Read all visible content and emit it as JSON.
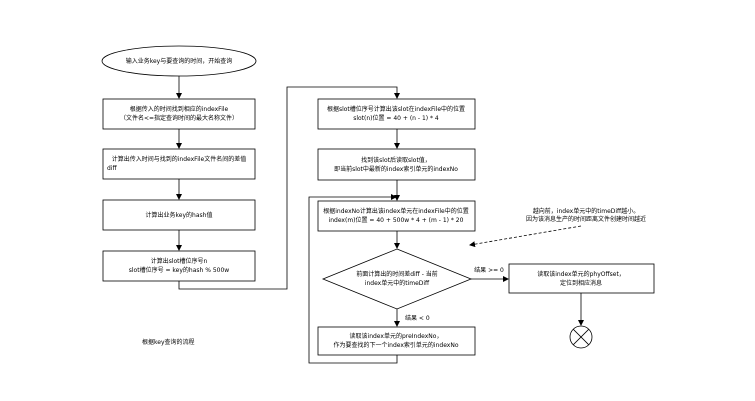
{
  "flow": {
    "start": "输入业务key与要查询的时间，开始查询",
    "step1": [
      "根据传入的时间找到相应的indexFile",
      "（文件名<=指定查询时间的最大名称文件）"
    ],
    "step2": [
      "计算出传入时间与找到的indexFile文件名间的差值",
      "diff"
    ],
    "step3": "计算出业务key的hash值",
    "step4": [
      "计算出slot槽位序号n",
      "slot槽位序号 = key的hash % 500w"
    ],
    "step5": [
      "根据slot槽位序号计算出该slot在indexFile中的位置",
      "slot(n)位置 = 40 + (n - 1) * 4"
    ],
    "step6": [
      "找到该slot后读取slot值，",
      "即当前slot中最新的index索引单元的indexNo"
    ],
    "step7": [
      "根据indexNo计算出该index单元在indexFile中的位置",
      "index(m)位置 = 40 + 500w * 4 + (m - 1) * 20"
    ],
    "decision": [
      "前面计算出的时间差diff - 当前",
      "index单元中的timeDiff"
    ],
    "yes_label": "结果 >= 0",
    "no_label": "结果 < 0",
    "yes_action": [
      "读取该index单元的phyOffset，",
      "定位到相应消息"
    ],
    "no_action": [
      "读取该index单元的preIndexNo，",
      "作为要查找的下一个index索引单元的indexNo"
    ],
    "note": [
      "越向前，index单元中的timeDiff越小。",
      "因为该消息生产的时间距离文件创建时间越近"
    ],
    "caption": "根据key查询的流程"
  }
}
